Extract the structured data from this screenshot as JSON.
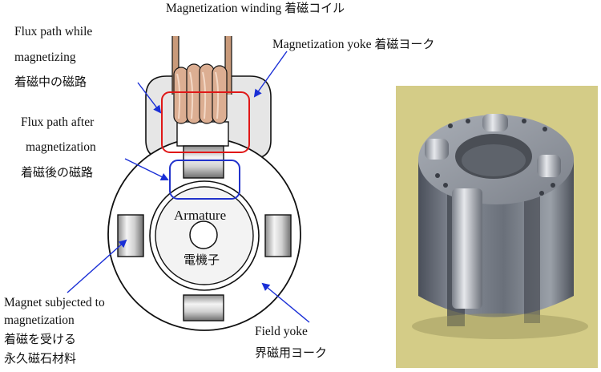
{
  "labels": {
    "winding_en": "Magnetization winding",
    "winding_jp": "着磁コイル",
    "yoke_en": "Magnetization yoke",
    "yoke_jp": "着磁ヨーク",
    "flux_while_1": "Flux path while",
    "flux_while_2": "magnetizing",
    "flux_while_jp": "着磁中の磁路",
    "flux_after_1": "Flux path after",
    "flux_after_2": "magnetization",
    "flux_after_jp": "着磁後の磁路",
    "armature_en": "Armature",
    "armature_jp": "電機子",
    "magnet_1": "Magnet subjected to",
    "magnet_2": "magnetization",
    "magnet_jp1": "着磁を受ける",
    "magnet_jp2": "永久磁石材料",
    "field_en": "Field yoke",
    "field_jp": "界磁用ヨーク"
  },
  "colors": {
    "arrow": "#1a2fd6",
    "flux_while_box": "#e01818",
    "flux_after_box": "#2233cc",
    "coil": "#d8a888",
    "yoke_fill": "#e4e4e4",
    "photo_bg": "#d8d08a"
  }
}
